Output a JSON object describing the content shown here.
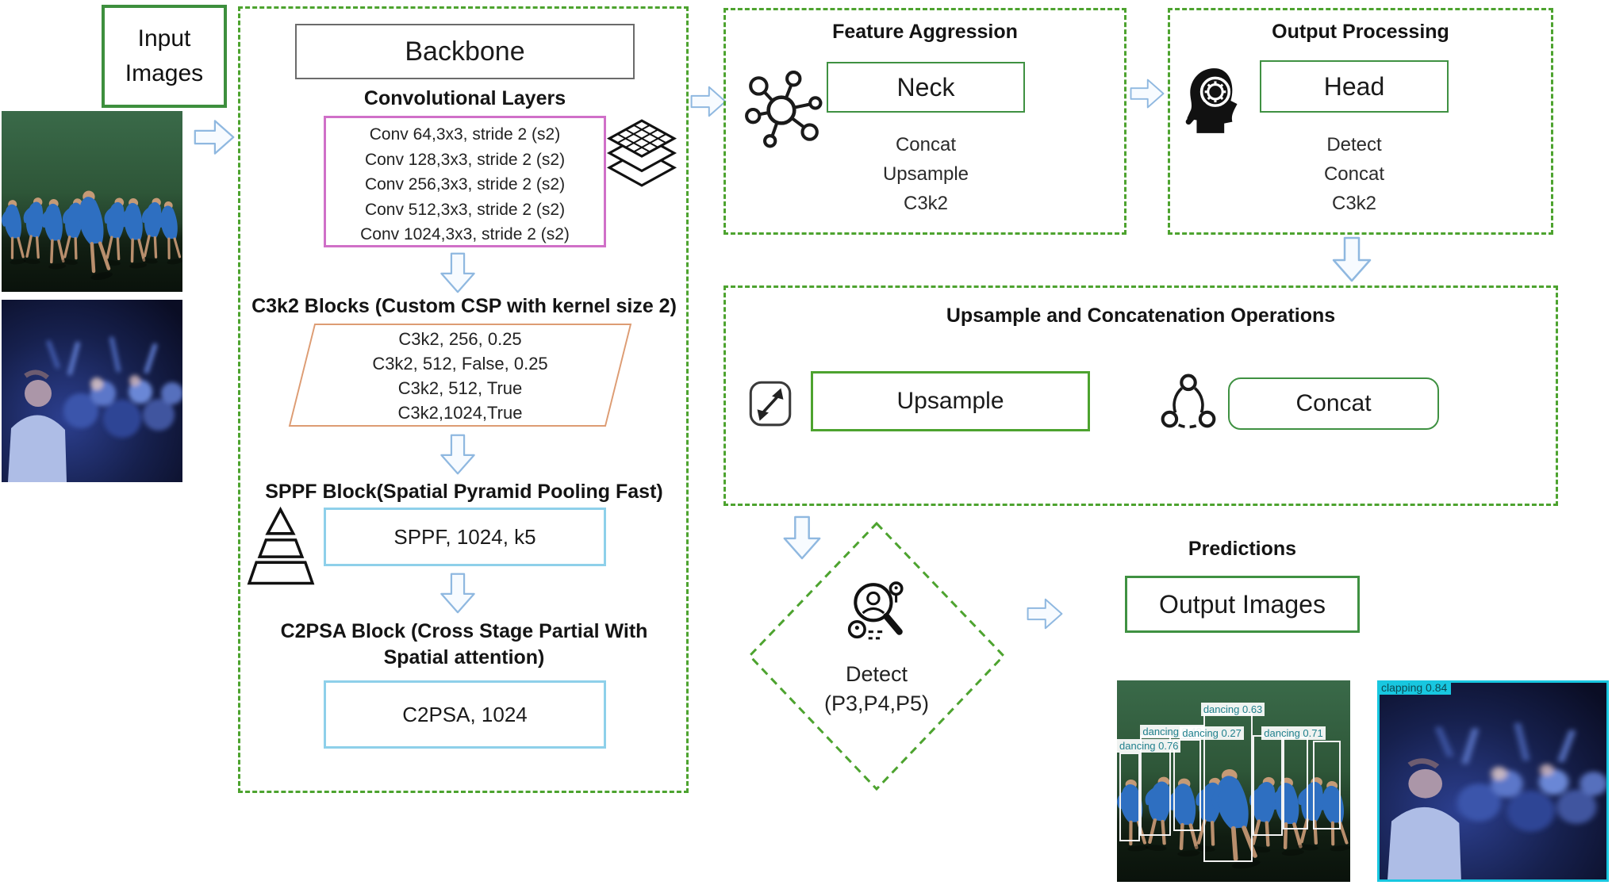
{
  "input": {
    "label": "Input Images"
  },
  "backbone": {
    "title": "Backbone",
    "conv_heading": "Convolutional Layers",
    "conv_layers": [
      "Conv 64,3x3, stride 2 (s2)",
      "Conv 128,3x3, stride 2 (s2)",
      "Conv 256,3x3, stride 2 (s2)",
      "Conv 512,3x3, stride 2 (s2)",
      "Conv 1024,3x3, stride 2 (s2)"
    ],
    "c3k2_heading": "C3k2 Blocks (Custom CSP with kernel size 2)",
    "c3k2_lines": [
      "C3k2, 256, 0.25",
      "C3k2, 512, False, 0.25",
      "C3k2, 512, True",
      "C3k2,1024,True"
    ],
    "sppf_heading": "SPPF Block(Spatial Pyramid Pooling Fast)",
    "sppf_label": "SPPF, 1024, k5",
    "c2psa_heading": "C2PSA Block (Cross Stage Partial With Spatial attention)",
    "c2psa_label": "C2PSA, 1024"
  },
  "feature_aggression": {
    "title": "Feature Aggression",
    "box_label": "Neck",
    "ops": [
      "Concat",
      "Upsample",
      "C3k2"
    ]
  },
  "output_processing": {
    "title": "Output Processing",
    "box_label": "Head",
    "ops": [
      "Detect",
      "Concat",
      "C3k2"
    ]
  },
  "ops_section": {
    "title": "Upsample and Concatenation Operations",
    "upsample_label": "Upsample",
    "concat_label": "Concat"
  },
  "detect_node": {
    "label": "Detect",
    "scales": "(P3,P4,P5)"
  },
  "predictions": {
    "title": "Predictions",
    "box_label": "Output Images"
  },
  "detections": {
    "clapping_label": "clapping 0.84",
    "dancing_labels": [
      "dancing 0.63",
      "dancing 0.40",
      "dancing 0.76",
      "dancing 0.27",
      "dancing 0.71"
    ]
  },
  "icons": {
    "layers": "feature-maps-layers-icon",
    "pyramid": "pyramid-icon",
    "hub": "network-hub-icon",
    "head": "head-gear-search-icon",
    "upsample": "diagonal-resize-icon",
    "concat": "merge-circles-icon",
    "detect": "person-search-icon"
  },
  "colors": {
    "dashed_green": "#4da32f",
    "solid_green": "#3f9142",
    "pink": "#d070c8",
    "orange": "#dd9c73",
    "light_blue": "#8ed0ea",
    "arrow_blue": "#8fb8e0",
    "gray": "#6b6b6b",
    "cyan": "#18c7e0"
  }
}
